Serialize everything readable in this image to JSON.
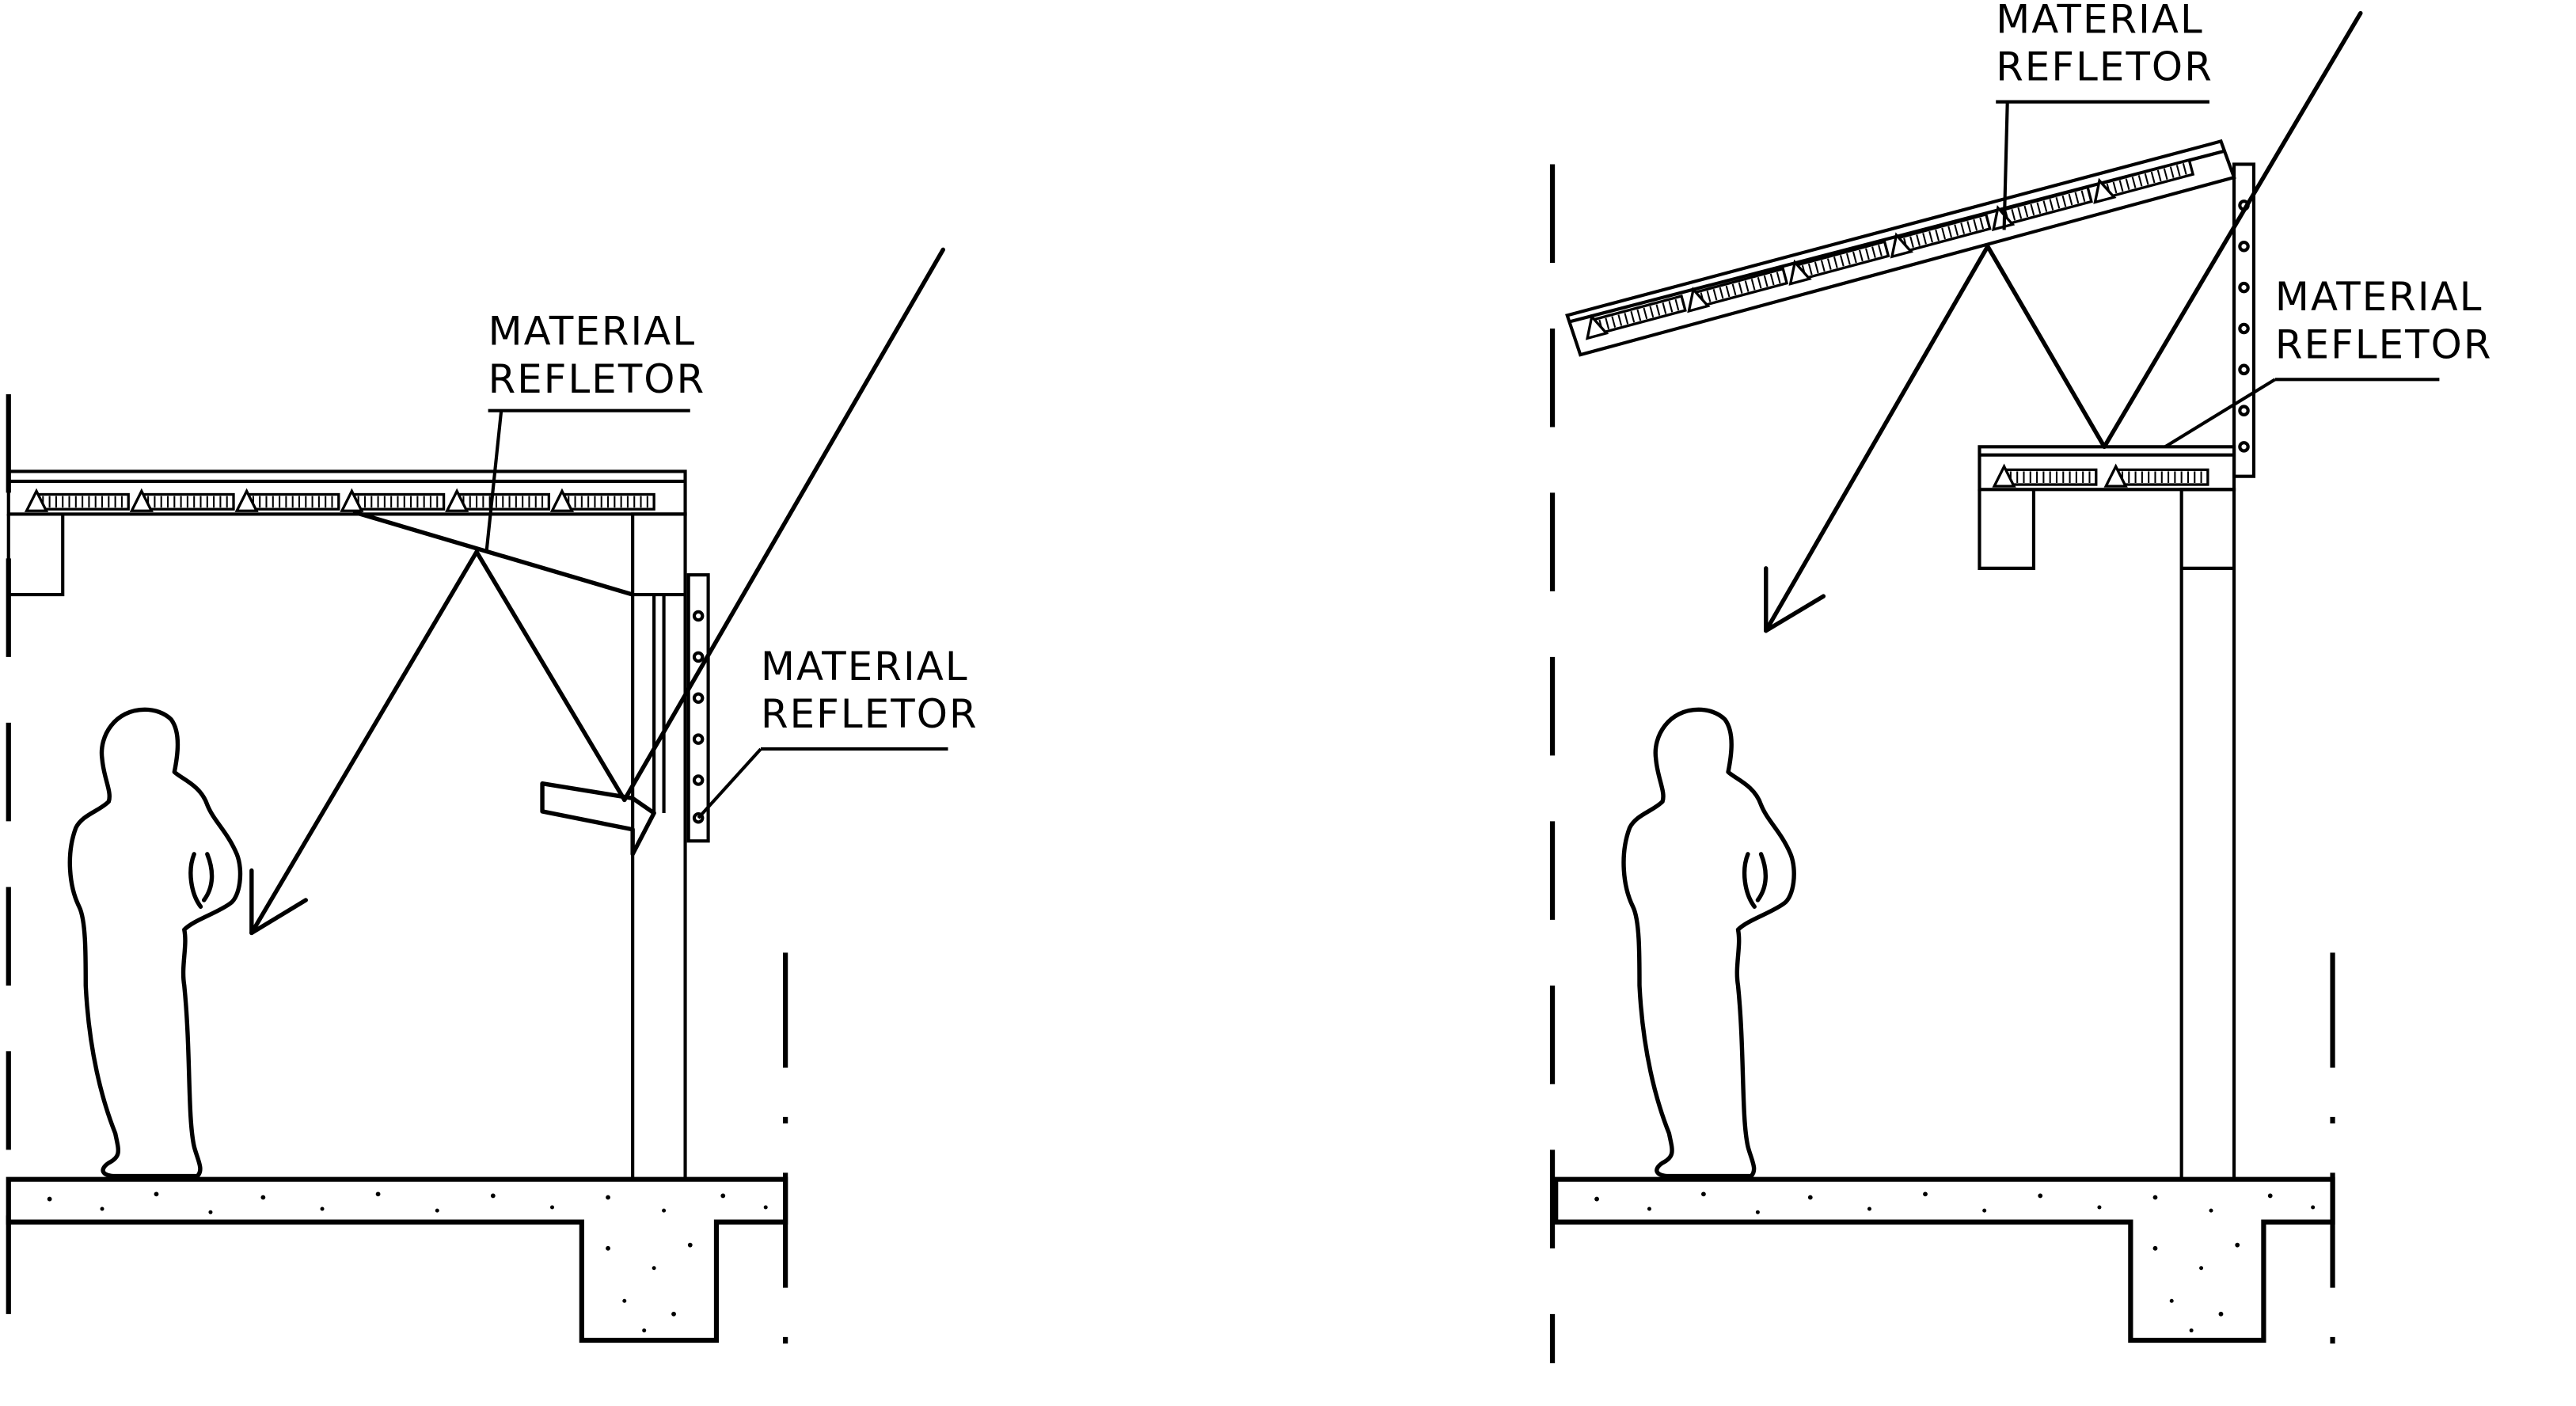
{
  "labels": {
    "left_top": [
      "MATERIAL",
      "REFLETOR"
    ],
    "left_side": [
      "MATERIAL",
      "REFLETOR"
    ],
    "right_top": [
      "MATERIAL",
      "REFLETOR"
    ],
    "right_side": [
      "MATERIAL",
      "REFLETOR"
    ]
  },
  "icons": [
    "person-silhouette-icon",
    "arrow-icon"
  ]
}
